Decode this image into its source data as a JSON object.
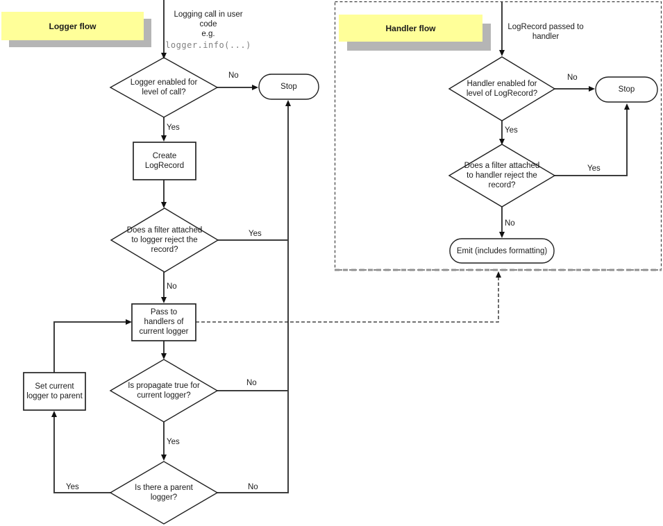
{
  "colors": {
    "note_bg": "#ffff99",
    "note_shadow": "#b5b5b5",
    "code_text": "#808080"
  },
  "logger_flow": {
    "title": "Logger flow",
    "start_text": "Logging call in user\ncode\ne.g.",
    "start_code": "logger.info(...)",
    "decision_level": "Logger enabled for\nlevel of call?",
    "stop_label": "Stop",
    "create_label": "Create\nLogRecord",
    "decision_filter": "Does a filter attached\nto logger reject the\nrecord?",
    "pass_label": "Pass to\nhandlers of\ncurrent logger",
    "decision_propagate": "Is propagate true for\ncurrent logger?",
    "decision_parent": "Is there a parent\nlogger?",
    "set_parent_label": "Set current\nlogger to parent",
    "labels": {
      "level_no": "No",
      "level_yes": "Yes",
      "filter_yes": "Yes",
      "filter_no": "No",
      "propagate_no": "No",
      "propagate_yes": "Yes",
      "parent_yes": "Yes",
      "parent_no": "No"
    }
  },
  "handler_flow": {
    "title": "Handler flow",
    "start_text": "LogRecord passed to\nhandler",
    "decision_level": "Handler enabled for\nlevel of LogRecord?",
    "stop_label": "Stop",
    "decision_filter": "Does a filter attached\nto handler reject the\nrecord?",
    "emit_label": "Emit (includes formatting)",
    "labels": {
      "level_no": "No",
      "level_yes": "Yes",
      "filter_yes": "Yes",
      "filter_no": "No"
    }
  }
}
